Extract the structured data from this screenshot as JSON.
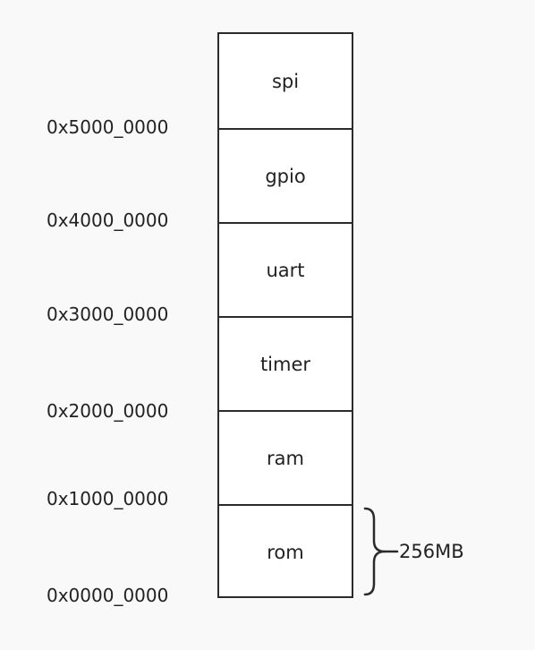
{
  "regions": [
    {
      "label": "spi"
    },
    {
      "label": "gpio"
    },
    {
      "label": "uart"
    },
    {
      "label": "timer"
    },
    {
      "label": "ram"
    },
    {
      "label": "rom"
    }
  ],
  "addresses": [
    "0x5000_0000",
    "0x4000_0000",
    "0x3000_0000",
    "0x2000_0000",
    "0x1000_0000",
    "0x0000_0000"
  ],
  "rom_size_label": "256MB",
  "colors": {
    "border": "#2b2b2b",
    "background": "#f9f9f9",
    "text": "#222222"
  }
}
